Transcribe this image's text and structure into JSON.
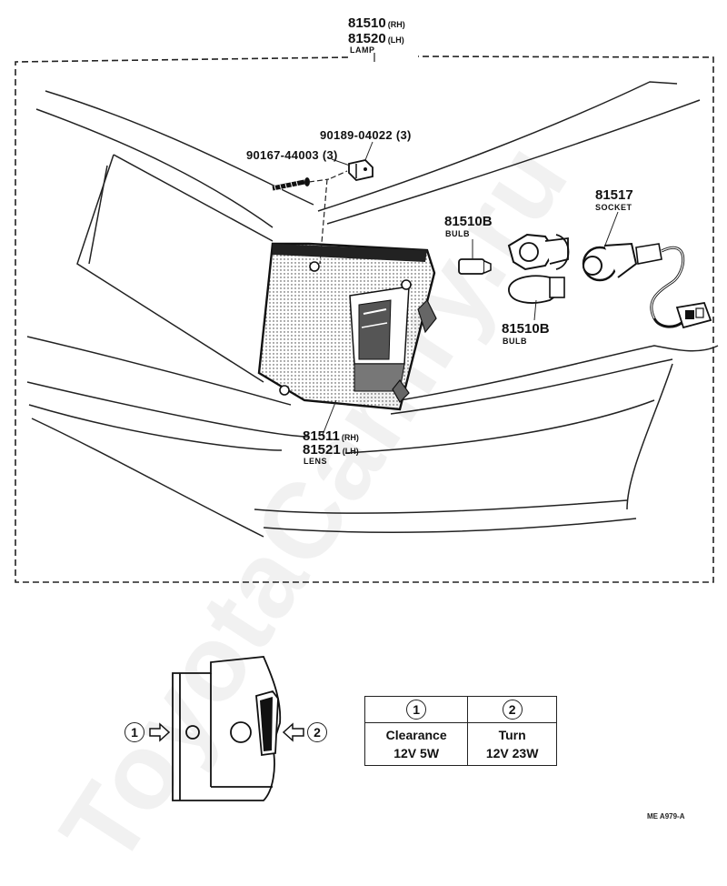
{
  "watermark": "ToyotaCamry.ru",
  "parts": {
    "lamp": {
      "number_rh": "81510",
      "suffix_rh": "(RH)",
      "number_lh": "81520",
      "suffix_lh": "(LH)",
      "caption": "LAMP"
    },
    "clip": {
      "number": "90189-04022 (3)"
    },
    "screw": {
      "number": "90167-44003 (3)"
    },
    "bulb_upper": {
      "number": "81510B",
      "caption": "BULB"
    },
    "bulb_lower": {
      "number": "81510B",
      "caption": "BULB"
    },
    "socket": {
      "number": "81517",
      "caption": "SOCKET"
    },
    "lens": {
      "number_rh": "81511",
      "suffix_rh": "(RH)",
      "number_lh": "81521",
      "suffix_lh": "(LH)",
      "caption": "LENS"
    }
  },
  "detail": {
    "callout_1": "1",
    "callout_2": "2"
  },
  "spec_table": {
    "columns": [
      {
        "marker": "1",
        "name": "Clearance",
        "rating": "12V 5W"
      },
      {
        "marker": "2",
        "name": "Turn",
        "rating": "12V 23W"
      }
    ]
  },
  "reference_code": "ME  A979-A"
}
